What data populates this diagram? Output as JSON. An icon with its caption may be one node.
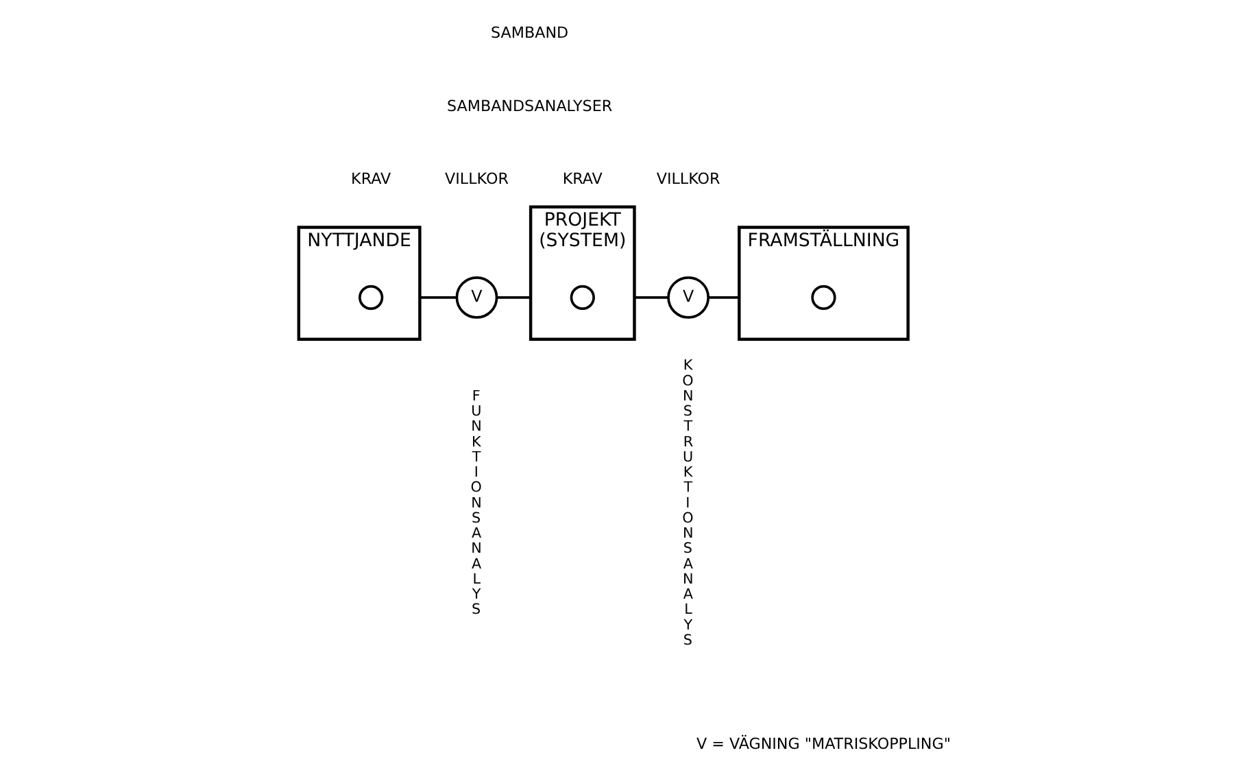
{
  "diagram": {
    "nodes": [
      {
        "text": [
          "NYTTJANDE"
        ]
      },
      {
        "text": [],
        "shape": "circle",
        "in": 0
      },
      {
        "text": [
          "V"
        ]
      },
      {
        "text": [
          "PROJEKT",
          "(SYSTEM)"
        ]
      },
      {
        "text": [],
        "shape": "circle",
        "in": 3
      },
      {
        "text": [
          "V"
        ]
      },
      {
        "text": [
          "FRAMSTÄLLNING"
        ]
      },
      {
        "text": [],
        "shape": "circle",
        "in": 6
      }
    ],
    "edges": [
      {
        "from": 0,
        "to": 2,
        "arrow": "none"
      },
      {
        "from": 2,
        "to": 3,
        "arrow": "none"
      },
      {
        "from": 3,
        "to": 5,
        "arrow": "none"
      },
      {
        "from": 5,
        "to": 6,
        "arrow": "none"
      }
    ],
    "labels": [
      "SAMBAND",
      "SAMBANDSANALYSER",
      "KRAV",
      "VILLKOR",
      "KRAV",
      "VILLKOR",
      "FUNKTIONSANALYS",
      "KONSTRUKTIONSANALYS"
    ],
    "legend": [
      {
        "text": "V = VÄGNING \"MATRISKOPPLING\""
      }
    ]
  }
}
